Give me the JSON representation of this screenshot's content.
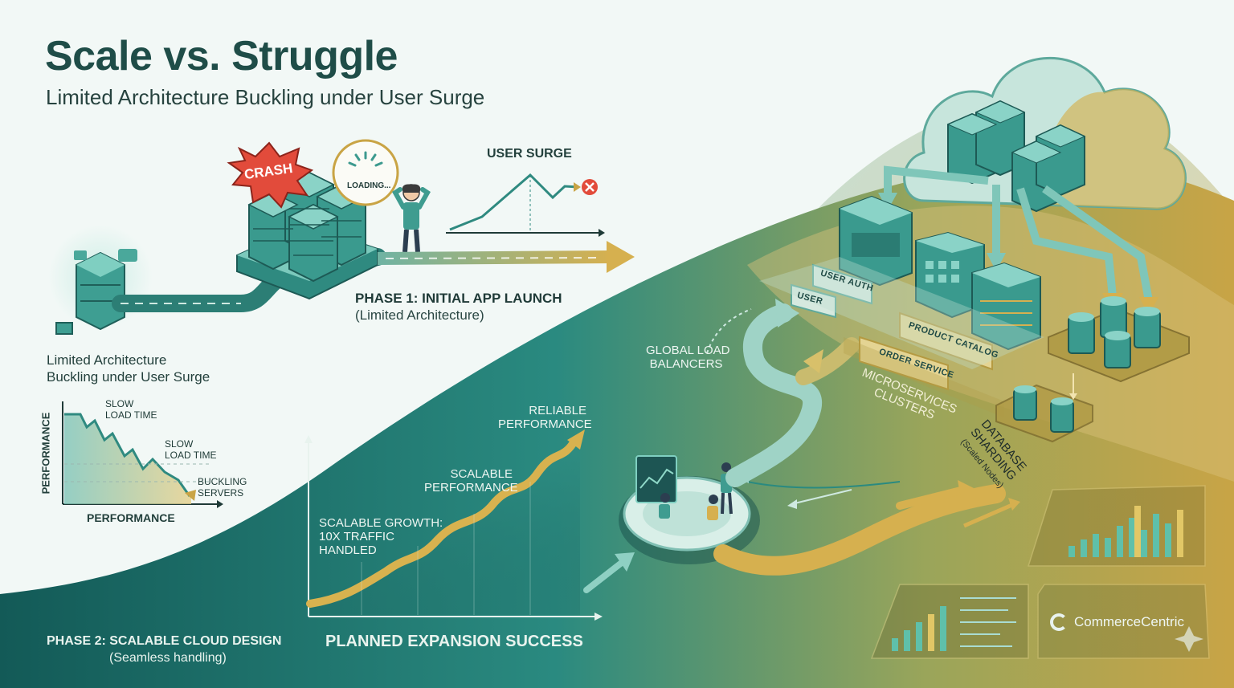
{
  "header": {
    "title": "Scale vs. Struggle",
    "subtitle": "Limited Architecture Buckling under User Surge"
  },
  "phase1": {
    "crash_label": "CRASH",
    "loading_label": "LOADING...",
    "surge_label": "USER SURGE",
    "title": "PHASE 1: INITIAL APP LAUNCH",
    "subtitle": "(Limited Architecture)"
  },
  "left_panel": {
    "caption_line1": "Limited Architecture",
    "caption_line2": "Buckling under User Surge"
  },
  "perf_chart": {
    "ylabel": "PERFORMANCE",
    "xlabel": "PERFORMANCE",
    "annotations": [
      {
        "line1": "SLOW",
        "line2": "LOAD TIME"
      },
      {
        "line1": "SLOW",
        "line2": "LOAD TIME"
      },
      {
        "line1": "BUCKLING",
        "line2": "SERVERS"
      }
    ]
  },
  "growth_chart": {
    "reliable_line1": "RELIABLE",
    "reliable_line2": "PERFORMANCE",
    "scalable_line1": "SCALABLE",
    "scalable_line2": "PERFORMANCE",
    "growth_line1": "SCALABLE GROWTH:",
    "growth_line2": "10X TRAFFIC",
    "growth_line3": "HANDLED",
    "caption": "PLANNED EXPANSION SUCCESS"
  },
  "phase2": {
    "title": "PHASE 2: SCALABLE CLOUD DESIGN",
    "subtitle": "(Seamless handling)"
  },
  "architecture": {
    "load_balancer_line1": "GLOBAL LOAD",
    "load_balancer_line2": "BALANCERS",
    "module_user_auth": "USER AUTH",
    "module_user": "USER",
    "module_product_catalog": "PRODUCT CATALOG",
    "module_order_service": "ORDER SERVICE",
    "microservices_line1": "MICROSERVICES",
    "microservices_line2": "CLUSTERS",
    "sharding_line1": "DATABASE",
    "sharding_line2": "SHARDING",
    "sharding_note": "(Scaled Nodes)"
  },
  "brand": {
    "name": "CommerceCentric"
  },
  "colors": {
    "teal_dark": "#1d6964",
    "teal": "#3d9a8f",
    "teal_light": "#a9dcd2",
    "gold": "#c9a445",
    "red": "#e24b3b"
  }
}
